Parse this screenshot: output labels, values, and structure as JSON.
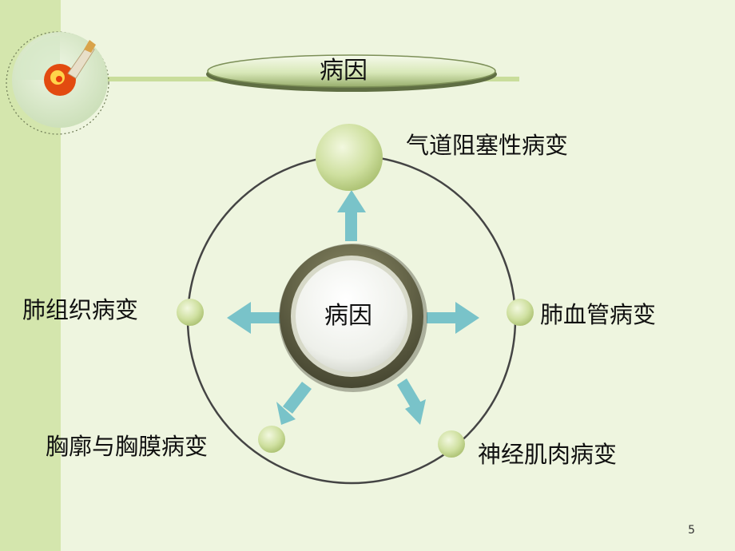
{
  "title": "病因",
  "center_label": "病因",
  "nodes": [
    {
      "label": "气道阻塞性病变"
    },
    {
      "label": "肺组织病变"
    },
    {
      "label": "肺血管病变"
    },
    {
      "label": "胸廓与胸膜病变"
    },
    {
      "label": "神经肌肉病变"
    }
  ],
  "page_number": "5",
  "colors": {
    "background": "#eef5df",
    "strip": "#d4e6ad",
    "arrow": "#79c3c9",
    "node": "#c9dc97",
    "ring": "#55553a"
  },
  "icons": [
    "medical-logo-icon"
  ]
}
